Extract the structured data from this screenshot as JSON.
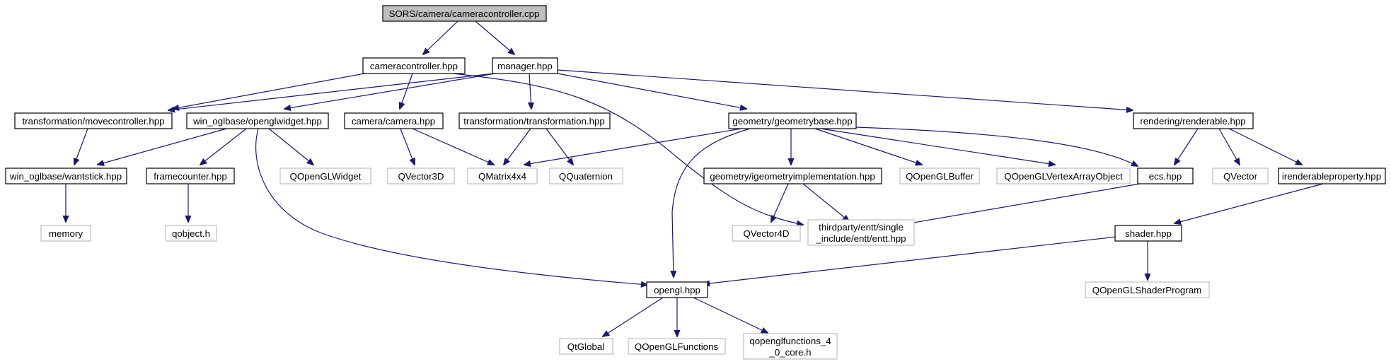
{
  "title": "SORS/camera/cameracontroller.cpp",
  "colors": {
    "edge": "#191970",
    "node_border": "#000000",
    "external_border": "#bfbfbf",
    "root_fill": "#bfbfbf",
    "fill": "#ffffff"
  },
  "nodes": {
    "root": "SORS/camera/cameracontroller.cpp",
    "cameracontroller_hpp": "cameracontroller.hpp",
    "manager_hpp": "manager.hpp",
    "movecontroller": "transformation/movecontroller.hpp",
    "openglwidget": "win_oglbase/openglwidget.hpp",
    "camera_hpp": "camera/camera.hpp",
    "transformation_hpp": "transformation/transformation.hpp",
    "geometrybase": "geometry/geometrybase.hpp",
    "renderable": "rendering/renderable.hpp",
    "wantstick": "win_oglbase/wantstick.hpp",
    "framecounter": "framecounter.hpp",
    "qopenglwidget": "QOpenGLWidget",
    "qvector3d": "QVector3D",
    "qmatrix4x4": "QMatrix4x4",
    "qquaternion": "QQuaternion",
    "igeometryimpl": "geometry/igeometryimplementation.hpp",
    "qopenglbuffer": "QOpenGLBuffer",
    "qopenglvao": "QOpenGLVertexArrayObject",
    "ecs": "ecs.hpp",
    "qvector": "QVector",
    "irenderableproperty": "irenderableproperty.hpp",
    "memory": "memory",
    "qobject": "qobject.h",
    "qvector4d": "QVector4D",
    "entt_line1": "thirdparty/entt/single",
    "entt_line2": "_include/entt/entt.hpp",
    "shader": "shader.hpp",
    "opengl": "opengl.hpp",
    "qopenglshaderprogram": "QOpenGLShaderProgram",
    "qtglobal": "QtGlobal",
    "qopenglfunctions": "QOpenGLFunctions",
    "qopenglfunctions_core_line1": "qopenglfunctions_4",
    "qopenglfunctions_core_line2": "_0_core.h"
  }
}
